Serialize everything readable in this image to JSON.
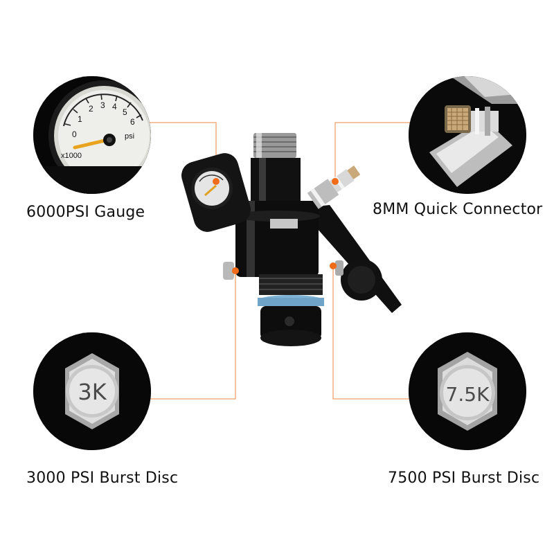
{
  "callouts": {
    "gauge": "6000PSI Gauge",
    "quick_connector": "8MM Quick Connector",
    "burst_3000": "3000 PSI Burst Disc",
    "burst_7500": "7500 PSI Burst Disc"
  },
  "gauge_face": {
    "ticks": [
      "0",
      "1",
      "2",
      "3",
      "4",
      "5",
      "6"
    ],
    "unit": "psi",
    "multiplier": "x1000"
  },
  "disc_marks": {
    "left": "3K",
    "right": "7.5K"
  },
  "colors": {
    "accent_orange": "#f06b1a",
    "leader_line": "#f2a06a",
    "body_black": "#0d0d0d",
    "chrome": "#c9c9c9"
  }
}
